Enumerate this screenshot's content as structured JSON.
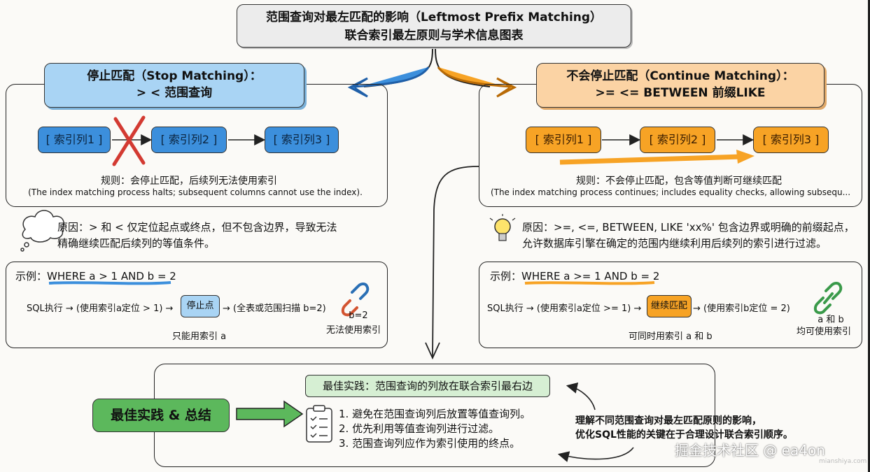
{
  "title": {
    "line1": "范围查询对最左匹配的影响（Leftmost Prefix Matching）",
    "line2": "联合索引最左原则与学术信息图表"
  },
  "left": {
    "header_line1": "停止匹配（Stop Matching）：",
    "header_line2": "> < 范围查询",
    "nodes": [
      "[ 索引列1 ]",
      "[ 索引列2 ]",
      "[ 索引列3 ]"
    ],
    "rule_cn": "规则：会停止匹配，后续列无法使用索引",
    "rule_en": "(The index matching process halts; subsequent columns cannot use the index).",
    "reason_line1": "原因：> 和 < 仅定位起点或终点，但不包含边界，导致无法",
    "reason_line2": "精确继续匹配后续列的等值条件。",
    "example_label": "示例：WHERE a > 1 AND b = 2",
    "flow_a": "SQL执行 → (使用索引a定位 > 1) →",
    "flow_stop": "停止点",
    "flow_b": "→ (全表或范围扫描 b=2)",
    "only_a": "只能用索引 a",
    "b_note_1": "b=2",
    "b_note_2": "无法使用索引"
  },
  "right": {
    "header_line1": "不会停止匹配（Continue Matching）：",
    "header_line2": ">= <= BETWEEN  前缀LIKE",
    "nodes": [
      "[ 索引列1 ]",
      "[ 索引列2 ]",
      "[ 索引列3 ]"
    ],
    "rule_cn": "规则：不会停止匹配，包含等值判断可继续匹配",
    "rule_en": "(The index matching process continues; includes equality checks, allowing subsequ...",
    "reason_line1": "原因：>=, <=, BETWEEN, LIKE 'xx%' 包含边界或明确的前缀起点，",
    "reason_line2": "允许数据库引擎在确定的范围内继续利用后续列的索引进行过滤。",
    "example_label": "示例：WHERE a >= 1 AND b = 2",
    "flow_a": "SQL执行 → (使用索引a定位 >= 1) →",
    "flow_cont": "继续匹配",
    "flow_b": "→ (使用索引b定位 = 2)",
    "both": "可同时用索引 a 和 b",
    "ab_note_1": "a 和 b",
    "ab_note_2": "均可使用索引"
  },
  "bottom": {
    "summary": "最佳实践 & 总结",
    "bp_title": "最佳实践：范围查询的列放在联合索引最右边",
    "steps": [
      "1. 避免在范围查询列后放置等值查询列。",
      "2. 优先利用等值查询列进行过滤。",
      "3. 范围查询列应作为索引使用的终点。"
    ],
    "note_line1": "理解不同范围查询对最左匹配原则的影响，",
    "note_line2": "优化SQL性能的关键在于合理设计联合索引顺序。"
  },
  "watermark": {
    "main": "掘金技术社区 @ ea4on",
    "sub": "mianshiya.com"
  },
  "colors": {
    "blue": "#3c8fdc",
    "orange": "#f7a325",
    "green": "#5cb85c",
    "red": "#d33a32"
  }
}
